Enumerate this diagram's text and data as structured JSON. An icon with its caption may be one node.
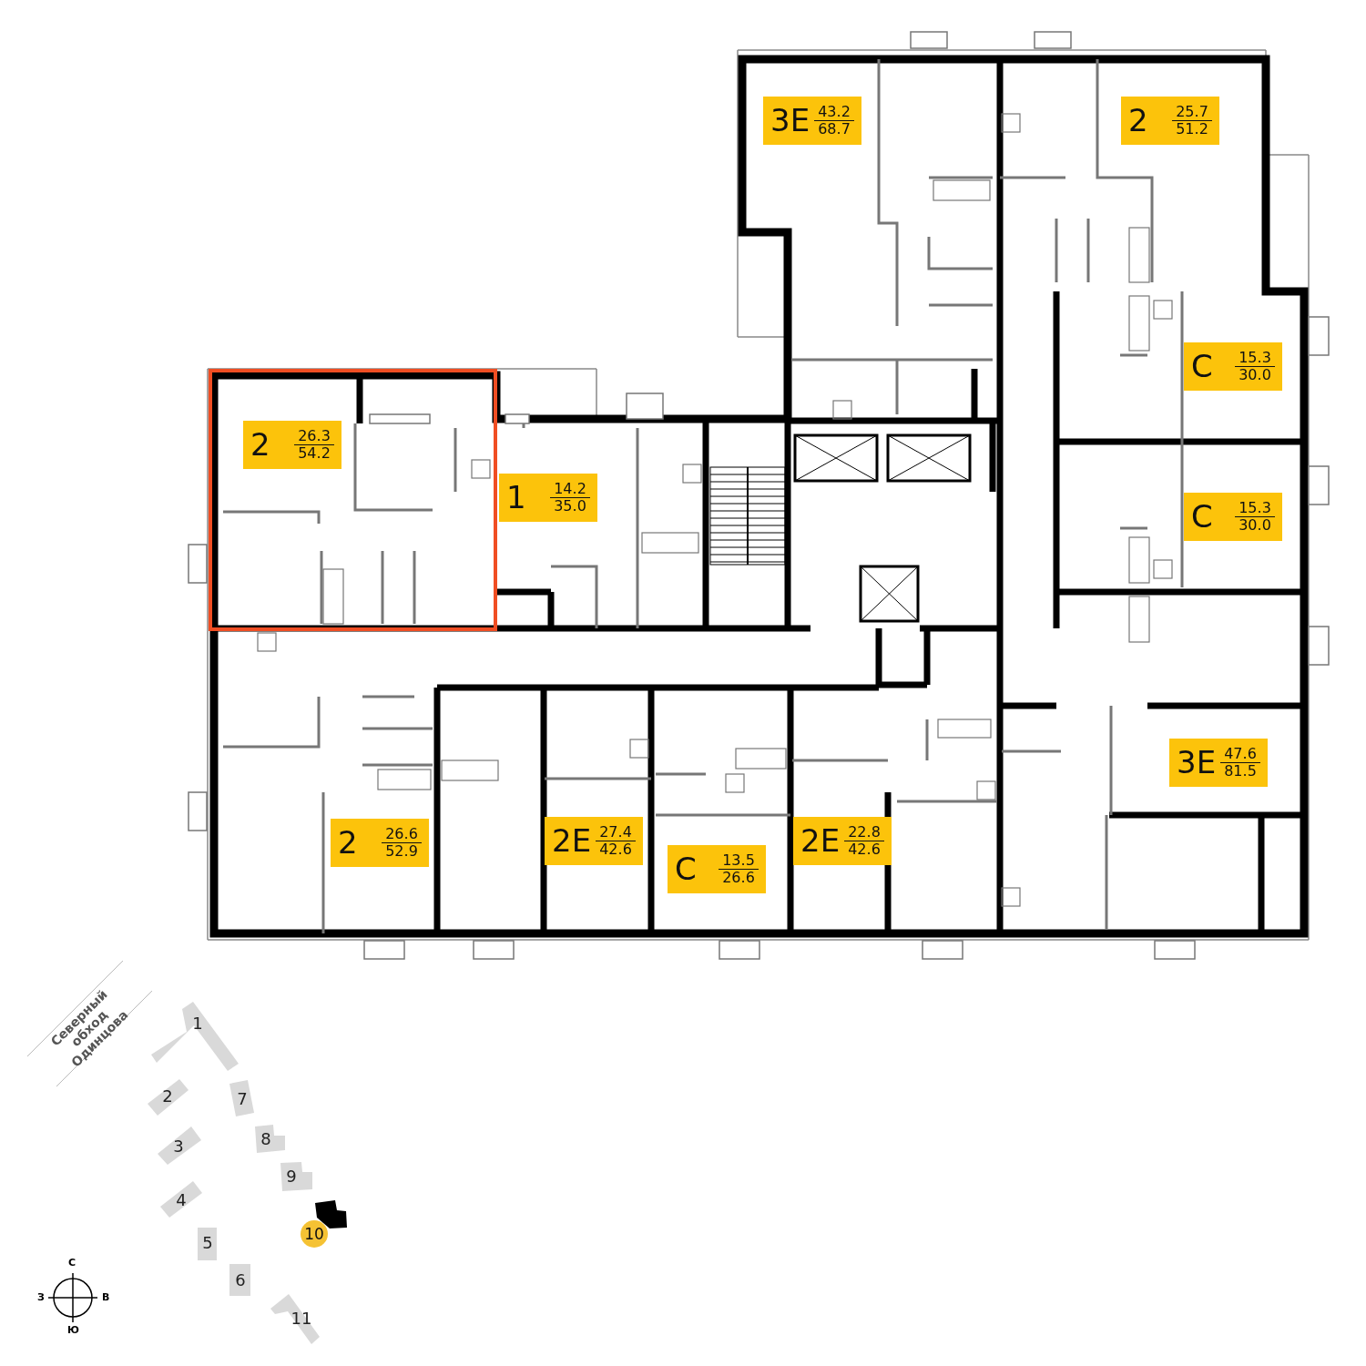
{
  "diagram": {
    "nodes": [
      {
        "text": [
          "3E",
          "43.2",
          "68.7"
        ]
      },
      {
        "text": [
          "2",
          "25.7",
          "51.2"
        ]
      },
      {
        "text": [
          "C",
          "15.3",
          "30.0"
        ]
      },
      {
        "text": [
          "2",
          "26.3",
          "54.2"
        ]
      },
      {
        "text": [
          "1",
          "14.2",
          "35.0"
        ]
      },
      {
        "text": [
          "C",
          "15.3",
          "30.0"
        ]
      },
      {
        "text": [
          "3E",
          "47.6",
          "81.5"
        ]
      },
      {
        "text": [
          "2E",
          "22.8",
          "42.6"
        ]
      },
      {
        "text": [
          "2E",
          "27.4",
          "42.6"
        ]
      },
      {
        "text": [
          "2",
          "26.6",
          "52.9"
        ]
      },
      {
        "text": [
          "C",
          "13.5",
          "26.6"
        ]
      },
      {
        "text": [
          "1"
        ]
      },
      {
        "text": [
          "2"
        ]
      },
      {
        "text": [
          "7"
        ]
      },
      {
        "text": [
          "8"
        ]
      },
      {
        "text": [
          "3"
        ]
      },
      {
        "text": [
          "9"
        ]
      },
      {
        "text": [
          "4"
        ]
      },
      {
        "text": [
          "10"
        ]
      },
      {
        "text": [
          "5"
        ]
      },
      {
        "text": [
          "6"
        ]
      },
      {
        "text": [
          "11"
        ]
      }
    ],
    "edges": [],
    "labels": [
      "Северный обход Одинцова",
      "С",
      "З",
      "В",
      "Ю"
    ]
  }
}
